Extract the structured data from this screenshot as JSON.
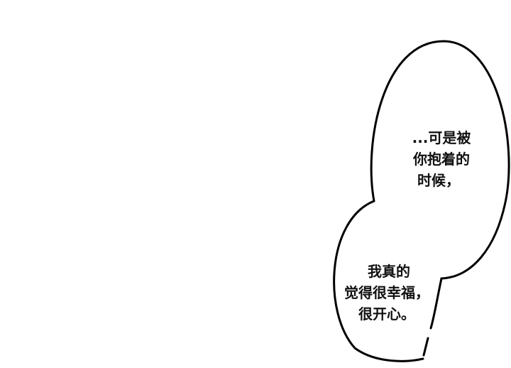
{
  "bubbles": [
    {
      "lines": [
        "...可是被",
        "你抱着的",
        "时候，"
      ]
    },
    {
      "lines": [
        "我真的",
        "觉得很幸福，",
        "很开心。"
      ]
    }
  ],
  "colors": {
    "outline": "#000000",
    "fill": "#ffffff",
    "text": "#111111"
  }
}
